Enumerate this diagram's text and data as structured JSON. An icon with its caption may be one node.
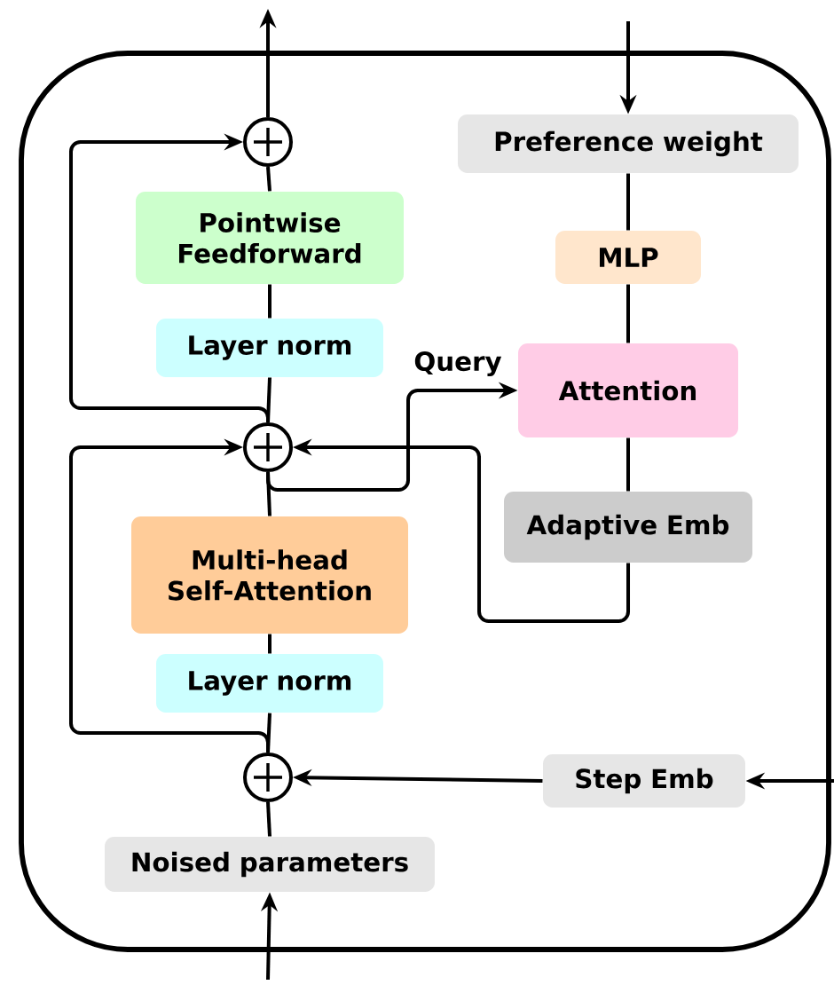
{
  "diagram": {
    "nodes": [
      {
        "text": [],
        "shape": "circle"
      },
      {
        "text": [
          "Pointwise Feedforward"
        ]
      },
      {
        "text": [
          "Layer norm"
        ]
      },
      {
        "text": [],
        "shape": "circle"
      },
      {
        "text": [
          "Multi-head Self-Attention"
        ]
      },
      {
        "text": [
          "Layer norm"
        ]
      },
      {
        "text": [],
        "shape": "circle"
      },
      {
        "text": [
          "Noised parameters"
        ]
      },
      {
        "text": [
          "Preference weight"
        ]
      },
      {
        "text": [
          "MLP"
        ]
      },
      {
        "text": [
          "Attention"
        ]
      },
      {
        "text": [
          "Adaptive Emb"
        ]
      },
      {
        "text": [
          "Step Emb"
        ]
      }
    ],
    "edges": [
      {
        "from": null,
        "to": 7,
        "arrow": "to"
      },
      {
        "from": 7,
        "to": 6,
        "arrow": "none"
      },
      {
        "from": null,
        "to": 12,
        "arrow": "to"
      },
      {
        "from": 12,
        "to": 6,
        "arrow": "to"
      },
      {
        "from": 6,
        "to": 5,
        "arrow": "none"
      },
      {
        "from": 6,
        "to": 3,
        "arrow": "to"
      },
      {
        "from": 5,
        "to": 4,
        "arrow": "none"
      },
      {
        "from": 4,
        "to": 3,
        "arrow": "none"
      },
      {
        "from": 3,
        "to": 2,
        "arrow": "none"
      },
      {
        "from": 3,
        "to": 0,
        "arrow": "to"
      },
      {
        "from": 3,
        "to": 10,
        "arrow": "to",
        "label": "Query"
      },
      {
        "from": 2,
        "to": 1,
        "arrow": "none"
      },
      {
        "from": 1,
        "to": 0,
        "arrow": "none"
      },
      {
        "from": 0,
        "to": null,
        "arrow": "to"
      },
      {
        "from": null,
        "to": 8,
        "arrow": "to"
      },
      {
        "from": 8,
        "to": 9,
        "arrow": "none"
      },
      {
        "from": 9,
        "to": 10,
        "arrow": "none"
      },
      {
        "from": 10,
        "to": 11,
        "arrow": "none"
      },
      {
        "from": 11,
        "to": 3,
        "arrow": "to"
      }
    ]
  }
}
